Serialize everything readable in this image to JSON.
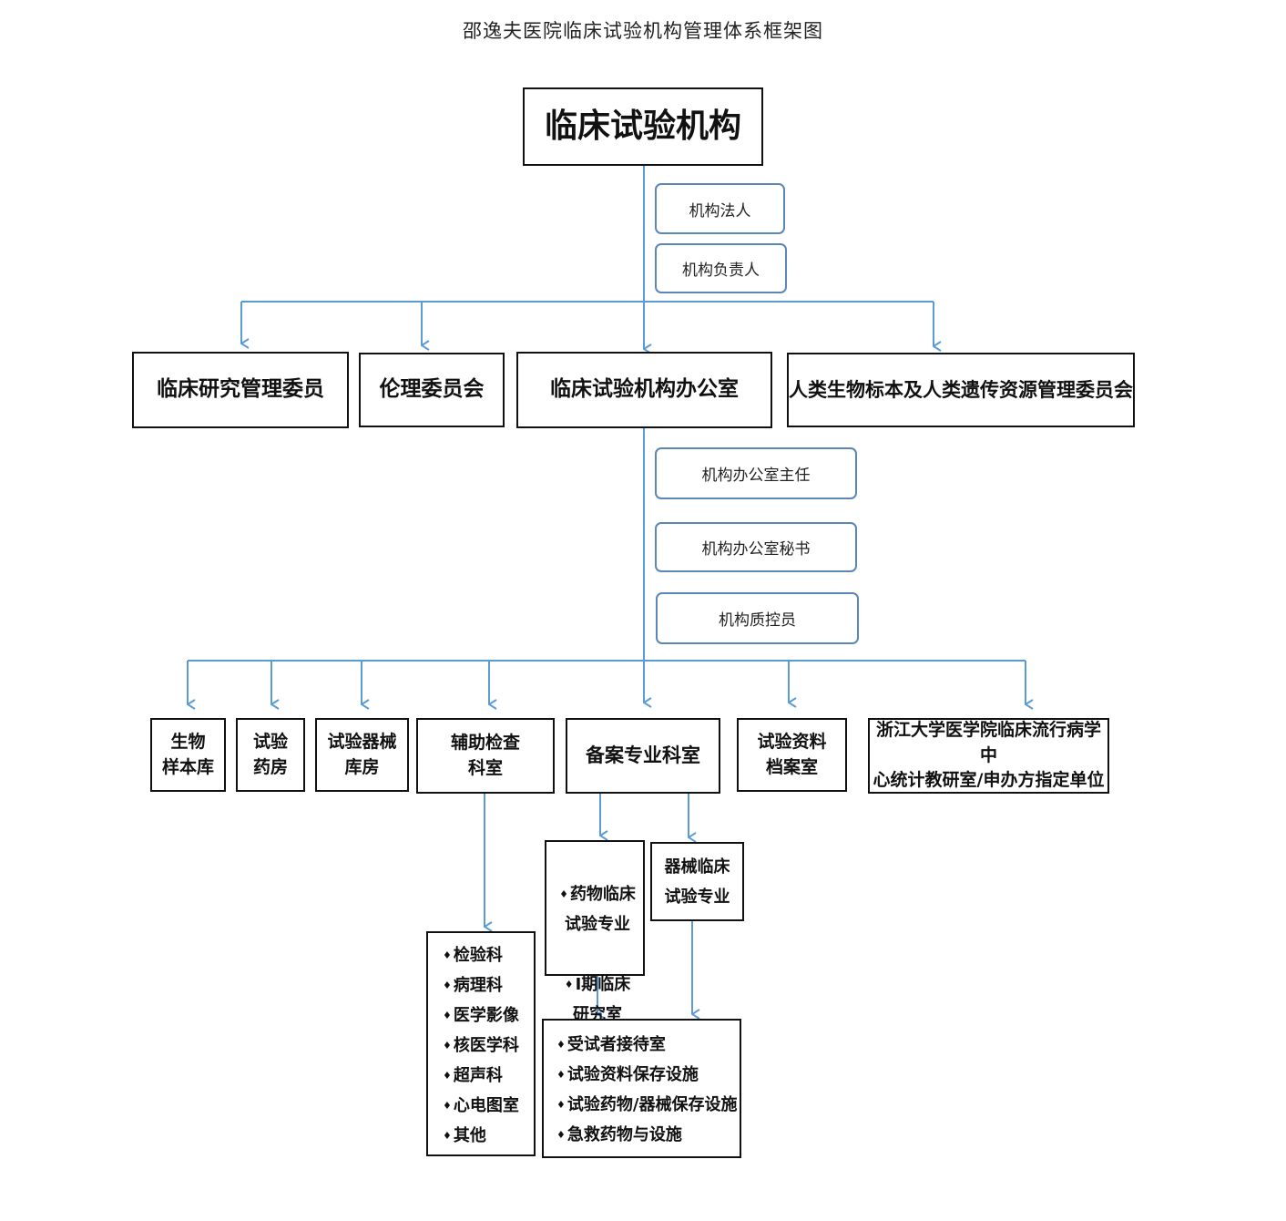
{
  "title": "邵逸夫医院临床试验机构管理体系框架图",
  "top": "临床试验机构",
  "institution_roles": [
    "机构法人",
    "机构负责人"
  ],
  "committees": [
    "临床研究管理委员",
    "伦理委员会",
    "临床试验机构办公室",
    "人类生物标本及人类遗传资源管理委员会"
  ],
  "office_roles": [
    "机构办公室主任",
    "机构办公室秘书",
    "机构质控员"
  ],
  "departments": [
    "生物\n样本库",
    "试验\n药房",
    "试验器械\n库房",
    "辅助检查\n科室",
    "备案专业科室",
    "试验资料\n档案室",
    "浙江大学医学院临床流行病学中\n心统计教研室/申办方指定单位"
  ],
  "aux_depts": [
    "检验科",
    "病理科",
    "医学影像",
    "核医学科",
    "超声科",
    "心电图室",
    "其他"
  ],
  "drug_trial": [
    "药物临床\n试验专业",
    "I期临床\n研究室"
  ],
  "device_trial": "器械临床\n试验专业",
  "facilities": [
    "受试者接待室",
    "试验资料保存设施",
    "试验药物/器械保存设施",
    "急救药物与设施"
  ],
  "colors": {
    "connector": "#5b9bd5",
    "role_border": "#5b86b8",
    "box_border": "#111111"
  }
}
